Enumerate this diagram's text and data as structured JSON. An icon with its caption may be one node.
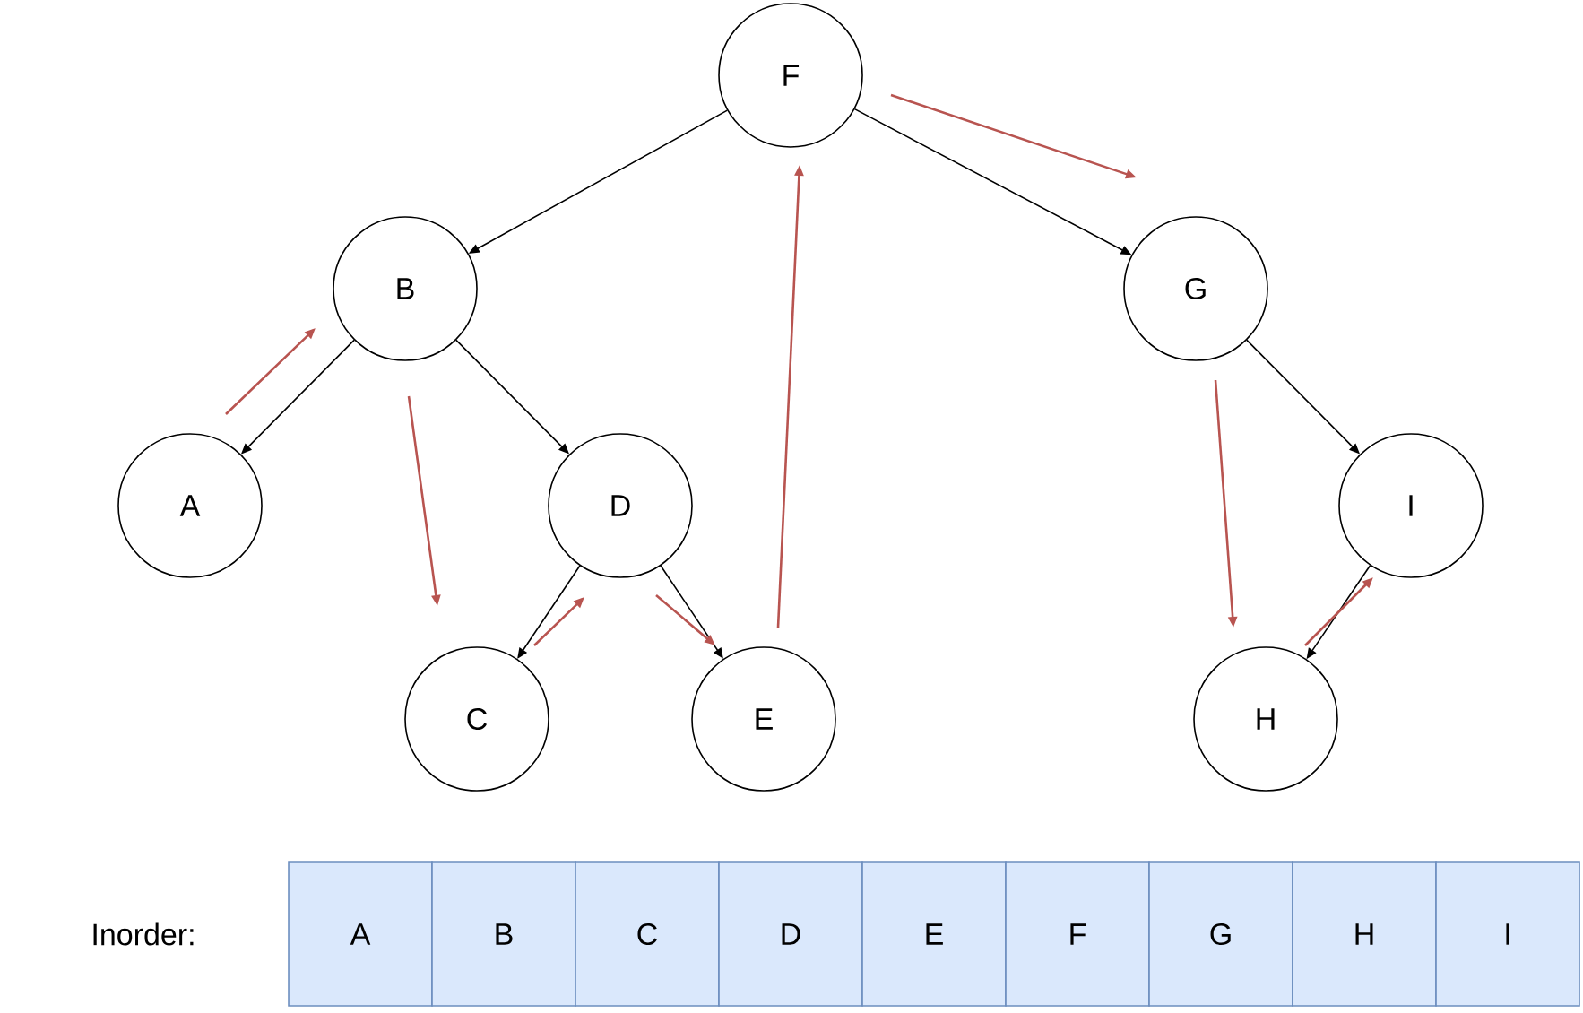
{
  "diagram": {
    "nodes": [
      {
        "text": [
          "F"
        ]
      },
      {
        "text": [
          "B"
        ]
      },
      {
        "text": [
          "G"
        ]
      },
      {
        "text": [
          "A"
        ]
      },
      {
        "text": [
          "D"
        ]
      },
      {
        "text": [
          "I"
        ]
      },
      {
        "text": [
          "C"
        ]
      },
      {
        "text": [
          "E"
        ]
      },
      {
        "text": [
          "H"
        ]
      }
    ],
    "edges": [
      {
        "from": 0,
        "to": 1,
        "arrow": "to"
      },
      {
        "from": 0,
        "to": 2,
        "arrow": "to"
      },
      {
        "from": 1,
        "to": 3,
        "arrow": "to"
      },
      {
        "from": 1,
        "to": 4,
        "arrow": "to"
      },
      {
        "from": 4,
        "to": 6,
        "arrow": "to"
      },
      {
        "from": 4,
        "to": 7,
        "arrow": "to"
      },
      {
        "from": 2,
        "to": 5,
        "arrow": "to"
      },
      {
        "from": 5,
        "to": 8,
        "arrow": "to"
      },
      {
        "from": 3,
        "to": 1,
        "arrow": "to",
        "color": "#b85450"
      },
      {
        "from": 1,
        "to": 6,
        "arrow": "to",
        "color": "#b85450"
      },
      {
        "from": 6,
        "to": 4,
        "arrow": "to",
        "color": "#b85450"
      },
      {
        "from": 4,
        "to": 7,
        "arrow": "to",
        "color": "#b85450"
      },
      {
        "from": 7,
        "to": 0,
        "arrow": "to",
        "color": "#b85450"
      },
      {
        "from": 0,
        "to": 2,
        "arrow": "to",
        "color": "#b85450"
      },
      {
        "from": 2,
        "to": 8,
        "arrow": "to",
        "color": "#b85450"
      },
      {
        "from": 8,
        "to": 5,
        "arrow": "to",
        "color": "#b85450"
      }
    ],
    "labels": [
      "Inorder:",
      "A",
      "B",
      "C",
      "D",
      "E",
      "F",
      "G",
      "H",
      "I"
    ]
  }
}
